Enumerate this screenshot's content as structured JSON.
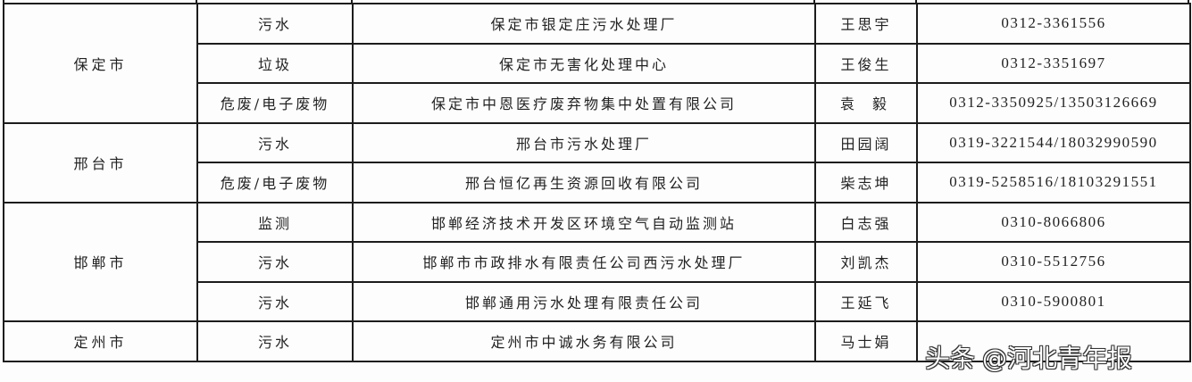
{
  "table": {
    "groups": [
      {
        "city": "保定市",
        "rows": [
          {
            "type": "污水",
            "org": "保定市银定庄污水处理厂",
            "contact": "王思宇",
            "phone": "0312-3361556"
          },
          {
            "type": "垃圾",
            "org": "保定市无害化处理中心",
            "contact": "王俊生",
            "phone": "0312-3351697"
          },
          {
            "type": "危废/电子废物",
            "org": "保定市中恩医疗废弃物集中处置有限公司",
            "contact": "袁毅",
            "phone": "0312-3350925/13503126669"
          }
        ]
      },
      {
        "city": "邢台市",
        "rows": [
          {
            "type": "污水",
            "org": "邢台市污水处理厂",
            "contact": "田园阔",
            "phone": "0319-3221544/18032990590"
          },
          {
            "type": "危废/电子废物",
            "org": "邢台恒亿再生资源回收有限公司",
            "contact": "柴志坤",
            "phone": "0319-5258516/18103291551"
          }
        ]
      },
      {
        "city": "邯郸市",
        "rows": [
          {
            "type": "监测",
            "org": "邯郸经济技术开发区环境空气自动监测站",
            "contact": "白志强",
            "phone": "0310-8066806"
          },
          {
            "type": "污水",
            "org": "邯郸市市政排水有限责任公司西污水处理厂",
            "contact": "刘凯杰",
            "phone": "0310-5512756"
          },
          {
            "type": "污水",
            "org": "邯郸通用污水处理有限责任公司",
            "contact": "王延飞",
            "phone": "0310-5900801"
          }
        ]
      },
      {
        "city": "定州市",
        "rows": [
          {
            "type": "污水",
            "org": "定州市中诚水务有限公司",
            "contact": "马士娟",
            "phone": ""
          }
        ]
      }
    ]
  },
  "watermark": {
    "brand": "头条",
    "handle": "@河北青年报"
  }
}
